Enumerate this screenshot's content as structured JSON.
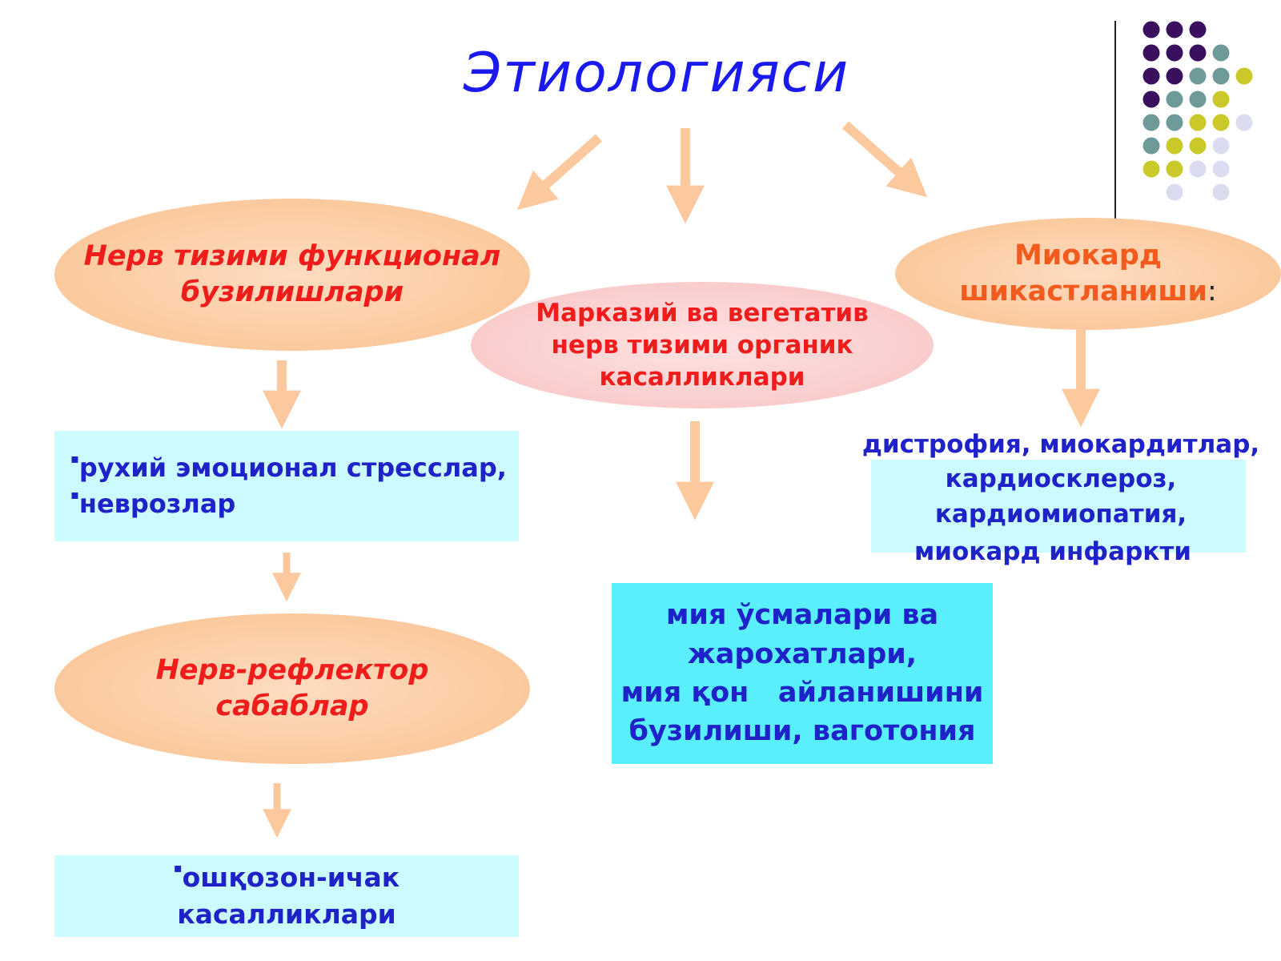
{
  "title": "Этиологияси",
  "nodes": {
    "nerve_functional": {
      "lines": [
        "Нерв тизими функционал",
        "бузилишлари"
      ]
    },
    "central_nervous": {
      "lines": [
        "Марказий ва вегетатив",
        "нерв тизими органик",
        "касалликлари"
      ]
    },
    "myocard": {
      "lines": [
        "Миокард",
        "шикастланиши"
      ],
      "suffix": ":"
    },
    "stress_box": {
      "items": [
        "рухий эмоционал стресслар,",
        "неврозлар"
      ],
      "bullet": "▪"
    },
    "reflex": {
      "lines": [
        "Нерв-рефлектор",
        "сабаблар"
      ]
    },
    "gi_box": {
      "bullet": "▪",
      "lines": [
        "ошқозон-ичак",
        "касалликлари"
      ]
    },
    "brain_box": {
      "lines": [
        "мия ўсмалари ва",
        "жарохатлари,",
        "мия қон   айланишини",
        "бузилиши, ваготония"
      ]
    },
    "myocard_box": {
      "lines": [
        "дистрофия, миокардитлар,",
        "кардиосклероз,",
        "кардиомиопатия,",
        "миокард инфаркти"
      ]
    }
  },
  "colors": {
    "title": "#1a1aee",
    "peach": "#fbc99d",
    "pink": "#f9c9c9",
    "red_text": "#ef1c1c",
    "orange_text": "#f25a1e",
    "blue_text": "#1e22c8",
    "light_box": "#ccfbff",
    "cyan_box": "#5af0fb",
    "arrow": "#fbc99d",
    "dot_purple": "#3a0f5e",
    "dot_teal": "#6e9a9a",
    "dot_olive": "#c9c92a",
    "dot_lavender": "#dcdcf0"
  },
  "decoration": {
    "dot_grid": [
      [
        "purple",
        "purple",
        "purple",
        null,
        null
      ],
      [
        "purple",
        "purple",
        "purple",
        "teal",
        null
      ],
      [
        "purple",
        "purple",
        "teal",
        "teal",
        "olive"
      ],
      [
        "purple",
        "teal",
        "teal",
        "olive",
        null
      ],
      [
        "teal",
        "teal",
        "olive",
        "olive",
        "lavender"
      ],
      [
        "teal",
        "olive",
        "olive",
        "lavender",
        null
      ],
      [
        "olive",
        "olive",
        "lavender",
        "lavender",
        null
      ],
      [
        null,
        "lavender",
        null,
        "lavender",
        null
      ]
    ]
  }
}
